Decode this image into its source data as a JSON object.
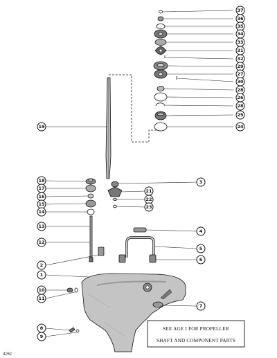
{
  "figure_number": "4261",
  "note": {
    "line1": "SEE   AGE I   FOR PROPELLER",
    "line2": "SHAFT AND COMPONENT PARTS"
  },
  "callouts": [
    "37",
    "36",
    "35",
    "34",
    "33",
    "31",
    "32",
    "29",
    "27",
    "30",
    "28",
    "26",
    "28",
    "25",
    "24",
    "19",
    "3",
    "18",
    "17",
    "21",
    "16",
    "22",
    "15",
    "23",
    "14",
    "13",
    "12",
    "4",
    "5",
    "2",
    "6",
    "1",
    "10",
    "11",
    "7",
    "8",
    "9"
  ]
}
